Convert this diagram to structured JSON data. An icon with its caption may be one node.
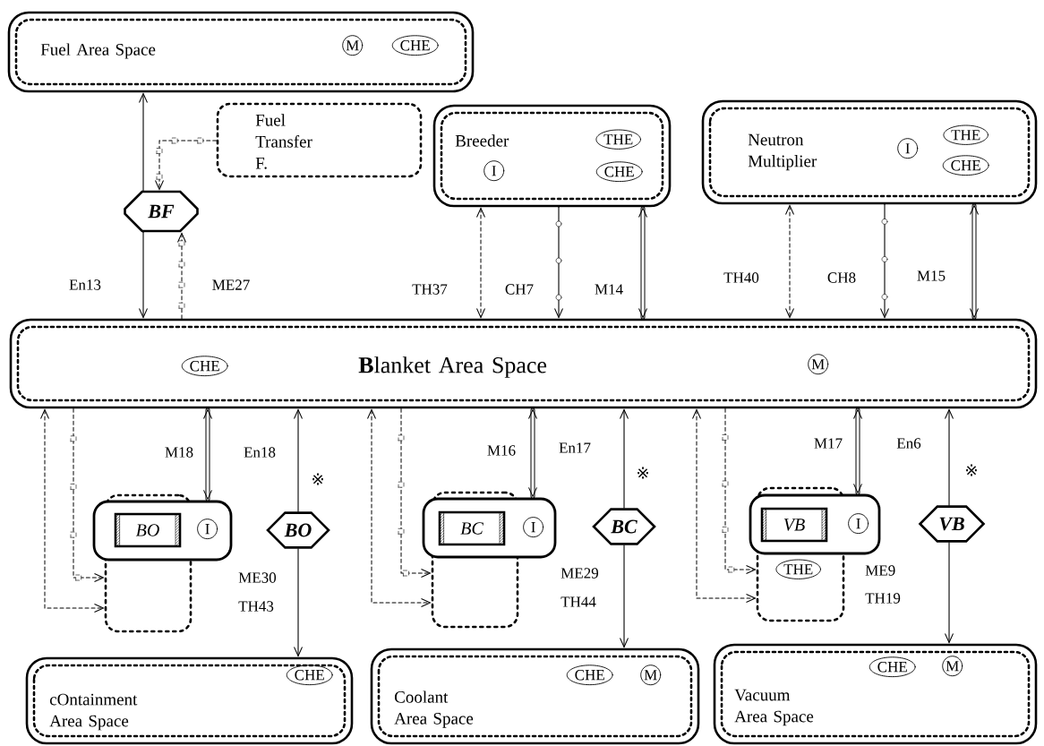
{
  "diagram": {
    "nodes": [
      {
        "text": [
          "Fuel Area Space"
        ]
      },
      {
        "text": [
          "M"
        ],
        "in": 0
      },
      {
        "text": [
          "CHE"
        ],
        "in": 0
      },
      {
        "text": [
          "Fuel Transfer F."
        ]
      },
      {
        "text": [
          "BF"
        ]
      },
      {
        "text": [
          "Breeder"
        ]
      },
      {
        "text": [
          "THE"
        ],
        "in": 5
      },
      {
        "text": [
          "I"
        ],
        "in": 5
      },
      {
        "text": [
          "CHE"
        ],
        "in": 5
      },
      {
        "text": [
          "Neutron Multiplier"
        ]
      },
      {
        "text": [
          "I"
        ],
        "in": 9
      },
      {
        "text": [
          "THE"
        ],
        "in": 9
      },
      {
        "text": [
          "CHE"
        ],
        "in": 9
      },
      {
        "text": [
          "**B**lanket Area Space"
        ]
      },
      {
        "text": [
          "CHE"
        ],
        "in": 13
      },
      {
        "text": [
          "M"
        ],
        "in": 13
      },
      {
        "text": [],
        "shape": "box"
      },
      {
        "text": [
          "BO"
        ]
      },
      {
        "text": [
          "I"
        ],
        "in": 16
      },
      {
        "text": [],
        "shape": "box",
        "beside": [
          "ME30",
          "TH43"
        ]
      },
      {
        "text": [
          "BO"
        ]
      },
      {
        "text": [
          "cOntainment Area Space"
        ]
      },
      {
        "text": [
          "CHE"
        ],
        "in": 21
      },
      {
        "text": [],
        "shape": "box"
      },
      {
        "text": [
          "BC"
        ]
      },
      {
        "text": [
          "I"
        ],
        "in": 23
      },
      {
        "text": [],
        "shape": "box",
        "beside": [
          "ME29",
          "TH44"
        ]
      },
      {
        "text": [
          "BC"
        ]
      },
      {
        "text": [
          "Coolant Area Space"
        ]
      },
      {
        "text": [
          "CHE"
        ],
        "in": 28
      },
      {
        "text": [
          "M"
        ],
        "in": 28
      },
      {
        "text": [],
        "shape": "box"
      },
      {
        "text": [
          "VB"
        ]
      },
      {
        "text": [
          "I"
        ],
        "in": 31
      },
      {
        "text": [],
        "shape": "box",
        "beside": [
          "ME9",
          "TH19"
        ]
      },
      {
        "text": [
          "THE"
        ],
        "in": 34
      },
      {
        "text": [
          "VB"
        ]
      },
      {
        "text": [
          "Vacuum Area Space"
        ]
      },
      {
        "text": [
          "CHE"
        ],
        "in": 37
      },
      {
        "text": [
          "M"
        ],
        "in": 37
      }
    ],
    "edges": [
      {
        "from": 4,
        "to": 0,
        "arrow": "to"
      },
      {
        "from": 3,
        "to": 4,
        "arrow": "to",
        "style": "dashed"
      },
      {
        "from": 4,
        "to": 13,
        "arrow": "to",
        "label": "En13"
      },
      {
        "from": 13,
        "to": 4,
        "arrow": "to",
        "style": "dashed",
        "label": "ME27"
      },
      {
        "from": 5,
        "to": 13,
        "arrow": "both",
        "style": "dashed",
        "label": "TH37"
      },
      {
        "from": 5,
        "to": 13,
        "arrow": "to",
        "label": "CH7"
      },
      {
        "from": 5,
        "to": 13,
        "arrow": "both",
        "style": "thick",
        "label": "M14"
      },
      {
        "from": 9,
        "to": 13,
        "arrow": "both",
        "style": "dashed",
        "label": "TH40"
      },
      {
        "from": 9,
        "to": 13,
        "arrow": "to",
        "label": "CH8"
      },
      {
        "from": 9,
        "to": 13,
        "arrow": "both",
        "style": "thick",
        "label": "M15"
      },
      {
        "from": 13,
        "to": 19,
        "arrow": "to",
        "style": "dashed"
      },
      {
        "from": 13,
        "to": 19,
        "arrow": "both",
        "style": "dashed"
      },
      {
        "from": 13,
        "to": 16,
        "arrow": "both",
        "style": "thick",
        "label": "M18"
      },
      {
        "from": 20,
        "to": 13,
        "arrow": "to",
        "label": "En18"
      },
      {
        "from": 20,
        "to": 21,
        "arrow": "to"
      },
      {
        "from": 13,
        "to": 26,
        "arrow": "to",
        "style": "dashed"
      },
      {
        "from": 13,
        "to": 26,
        "arrow": "both",
        "style": "dashed"
      },
      {
        "from": 13,
        "to": 23,
        "arrow": "both",
        "style": "thick",
        "label": "M16"
      },
      {
        "from": 27,
        "to": 13,
        "arrow": "to",
        "label": "En17"
      },
      {
        "from": 27,
        "to": 28,
        "arrow": "to"
      },
      {
        "from": 13,
        "to": 34,
        "arrow": "to",
        "style": "dashed"
      },
      {
        "from": 13,
        "to": 34,
        "arrow": "both",
        "style": "dashed"
      },
      {
        "from": 13,
        "to": 31,
        "arrow": "both",
        "style": "thick",
        "label": "M17"
      },
      {
        "from": 36,
        "to": 13,
        "arrow": "to",
        "label": "En6"
      },
      {
        "from": 36,
        "to": 37,
        "arrow": "to"
      }
    ],
    "labels": [
      "※",
      "※",
      "※"
    ]
  }
}
